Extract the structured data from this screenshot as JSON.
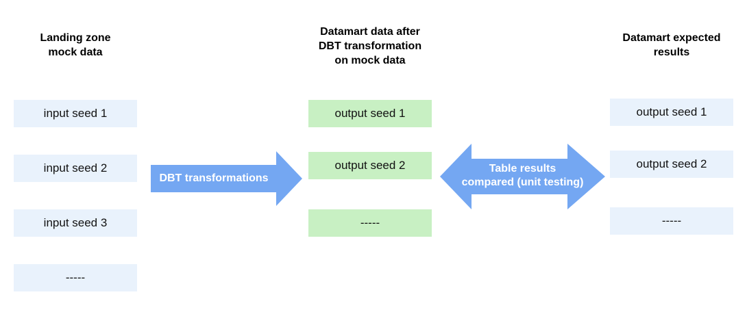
{
  "diagram": {
    "columns": [
      {
        "title": "Landing zone\nmock data",
        "boxes": [
          "input seed 1",
          "input seed 2",
          "input seed 3",
          "-----"
        ]
      },
      {
        "title": "Datamart data after\nDBT transformation\non mock data",
        "boxes": [
          "output seed 1",
          "output seed 2",
          "-----"
        ]
      },
      {
        "title": "Datamart expected\nresults",
        "boxes": [
          "output seed 1",
          "output seed 2",
          "-----"
        ]
      }
    ],
    "arrows": [
      {
        "label": "DBT transformations",
        "direction": "right"
      },
      {
        "label": "Table results\ncompared (unit testing)",
        "direction": "both"
      }
    ],
    "colors": {
      "box_blue": "#e9f2fc",
      "box_green": "#c8f0c3",
      "arrow_blue": "#74a7f2",
      "arrow_text": "#ffffff",
      "title_text": "#000000"
    }
  }
}
